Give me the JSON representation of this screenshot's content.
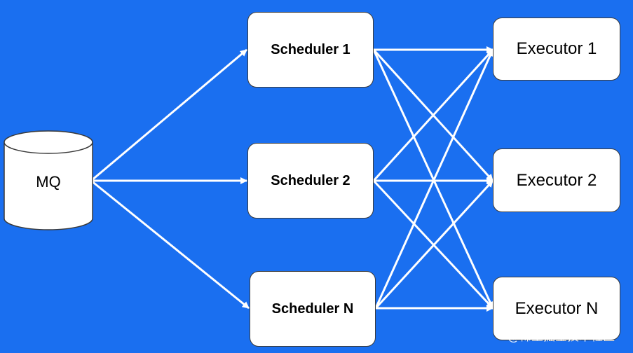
{
  "diagram": {
    "source": {
      "id": "mq",
      "label": "MQ",
      "shape": "cylinder"
    },
    "schedulers": [
      {
        "id": "s1",
        "label": "Scheduler 1"
      },
      {
        "id": "s2",
        "label": "Scheduler 2"
      },
      {
        "id": "sn",
        "label": "Scheduler N"
      }
    ],
    "executors": [
      {
        "id": "e1",
        "label": "Executor 1"
      },
      {
        "id": "e2",
        "label": "Executor 2"
      },
      {
        "id": "en",
        "label": "Executor N"
      }
    ],
    "edges": [
      [
        "mq",
        "s1"
      ],
      [
        "mq",
        "s2"
      ],
      [
        "mq",
        "sn"
      ],
      [
        "s1",
        "e1"
      ],
      [
        "s1",
        "e2"
      ],
      [
        "s1",
        "en"
      ],
      [
        "s2",
        "e1"
      ],
      [
        "s2",
        "e2"
      ],
      [
        "s2",
        "en"
      ],
      [
        "sn",
        "e1"
      ],
      [
        "sn",
        "e2"
      ],
      [
        "sn",
        "en"
      ]
    ]
  },
  "watermark": "@稀土掘金技术社区",
  "colors": {
    "background": "#1a6ff0",
    "node_fill": "#ffffff",
    "edge": "#ffffff",
    "node_border": "#3a3a3a"
  }
}
